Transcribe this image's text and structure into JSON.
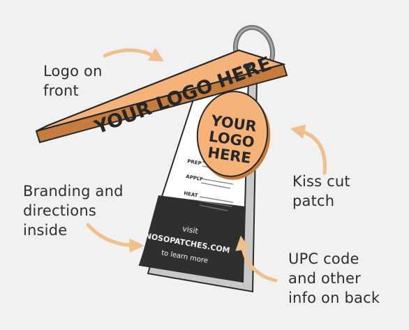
{
  "callouts": {
    "logo_front": [
      "Logo on",
      "front"
    ],
    "kiss_cut": [
      "Kiss cut",
      "patch"
    ],
    "branding": [
      "Branding and",
      "directions",
      "inside"
    ],
    "upc": [
      "UPC code",
      "and other",
      "info on back"
    ]
  },
  "tag": {
    "front_logo": "YOUR LOGO HERE",
    "patch_logo": [
      "YOUR",
      "LOGO",
      "HERE"
    ],
    "steps": [
      "PREP",
      "APPLY",
      "HEAT"
    ],
    "cta": [
      "visit",
      "NOSOPATCHES.COM",
      "to learn more"
    ]
  },
  "colors": {
    "background": "#f1f1f1",
    "accent": "#f5b37a",
    "arrow": "#efbf8e",
    "dark": "#2f2f2f"
  }
}
